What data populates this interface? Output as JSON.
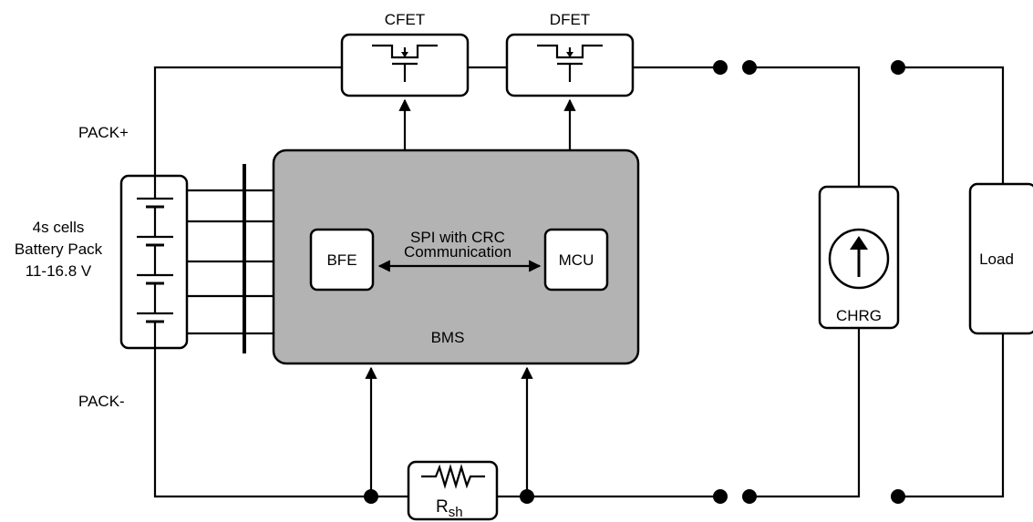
{
  "labels": {
    "cfet": "CFET",
    "dfet": "DFET",
    "pack_plus": "PACK+",
    "pack_minus": "PACK-",
    "battery_line1": "4s cells",
    "battery_line2": "Battery Pack",
    "battery_line3": "11-16.8 V",
    "bfe": "BFE",
    "mcu": "MCU",
    "spi_line1": "SPI with CRC",
    "spi_line2": "Communication",
    "bms": "BMS",
    "chrg": "CHRG",
    "load": "Load",
    "rsh_main": "R",
    "rsh_sub": "sh"
  },
  "colors": {
    "bms_fill": "#b3b3b3",
    "line": "#000000",
    "background": "#ffffff"
  }
}
